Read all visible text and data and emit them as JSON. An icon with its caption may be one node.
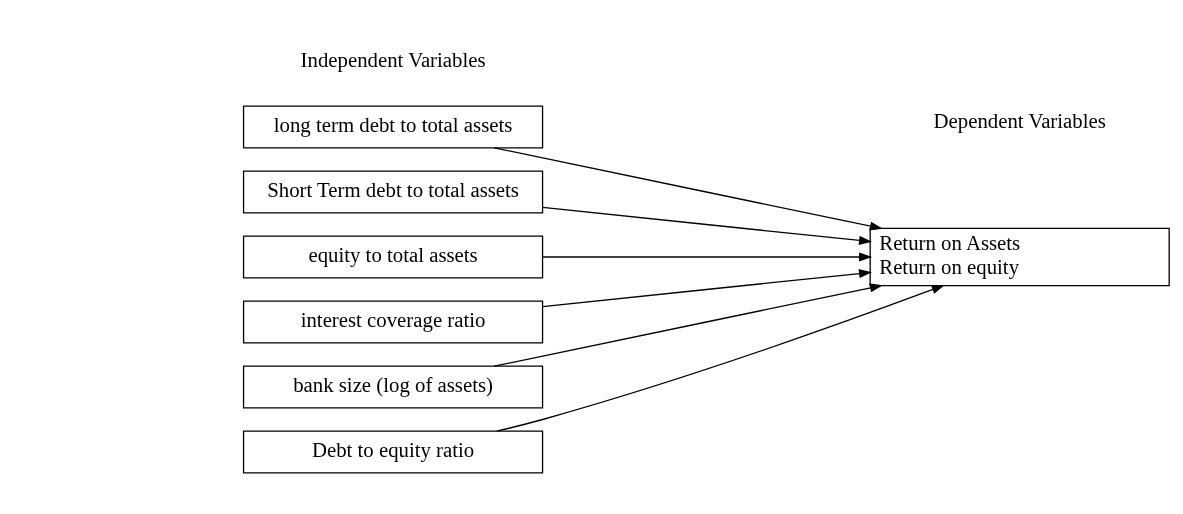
{
  "diagram": {
    "nodes": [
      {
        "text": [
          "Debt to equity ratio"
        ]
      },
      {
        "text": [
          "long term debt to total assets"
        ]
      },
      {
        "text": [
          "Short Term debt to total assets"
        ]
      },
      {
        "text": [
          "equity to total assets"
        ]
      },
      {
        "text": [
          "interest coverage ratio"
        ]
      },
      {
        "text": [
          "bank size (log of assets)"
        ]
      },
      {
        "text": [
          "Return on Assets",
          "Return on equity"
        ]
      }
    ],
    "edges": [
      {
        "from": 0,
        "to": 6,
        "arrow": "to"
      },
      {
        "from": 1,
        "to": 6,
        "arrow": "to"
      },
      {
        "from": 2,
        "to": 6,
        "arrow": "to"
      },
      {
        "from": 3,
        "to": 6,
        "arrow": "to"
      },
      {
        "from": 4,
        "to": 6,
        "arrow": "to"
      },
      {
        "from": 5,
        "to": 6,
        "arrow": "to"
      }
    ],
    "labels": [
      "Independent Variables",
      "Dependent Variables"
    ]
  }
}
